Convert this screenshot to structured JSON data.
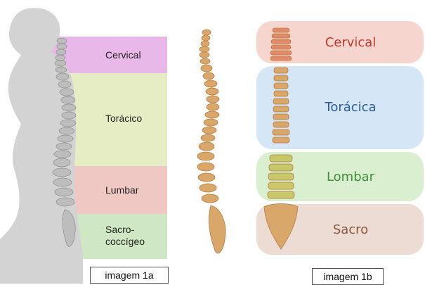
{
  "figure_1a": {
    "caption": "imagem 1a",
    "regions": [
      {
        "label": "Cervical",
        "color": "#e7b8e8"
      },
      {
        "label": "Torácico",
        "color": "#e6ecc3"
      },
      {
        "label": "Lumbar",
        "color": "#f0c8c3"
      },
      {
        "label": "Sacro-\ncoccígeo",
        "color": "#cfe8c3"
      }
    ]
  },
  "figure_1b": {
    "caption": "imagem 1b",
    "regions": [
      {
        "label": "Cervical",
        "color": "#f7d5cf",
        "text_color": "#c0392b"
      },
      {
        "label": "Torácica",
        "color": "#d5e6f6",
        "text_color": "#2d5aa0"
      },
      {
        "label": "Lombar",
        "color": "#d9efcf",
        "text_color": "#3f8f3a"
      },
      {
        "label": "Sacro",
        "color": "#ecdcd3",
        "text_color": "#8a5a40"
      }
    ]
  },
  "colors": {
    "silhouette": "#d3d3d3",
    "bone": "#d9a76a",
    "bone_dark": "#b87a3c",
    "vertebra_gray": "#bdbdbd"
  }
}
